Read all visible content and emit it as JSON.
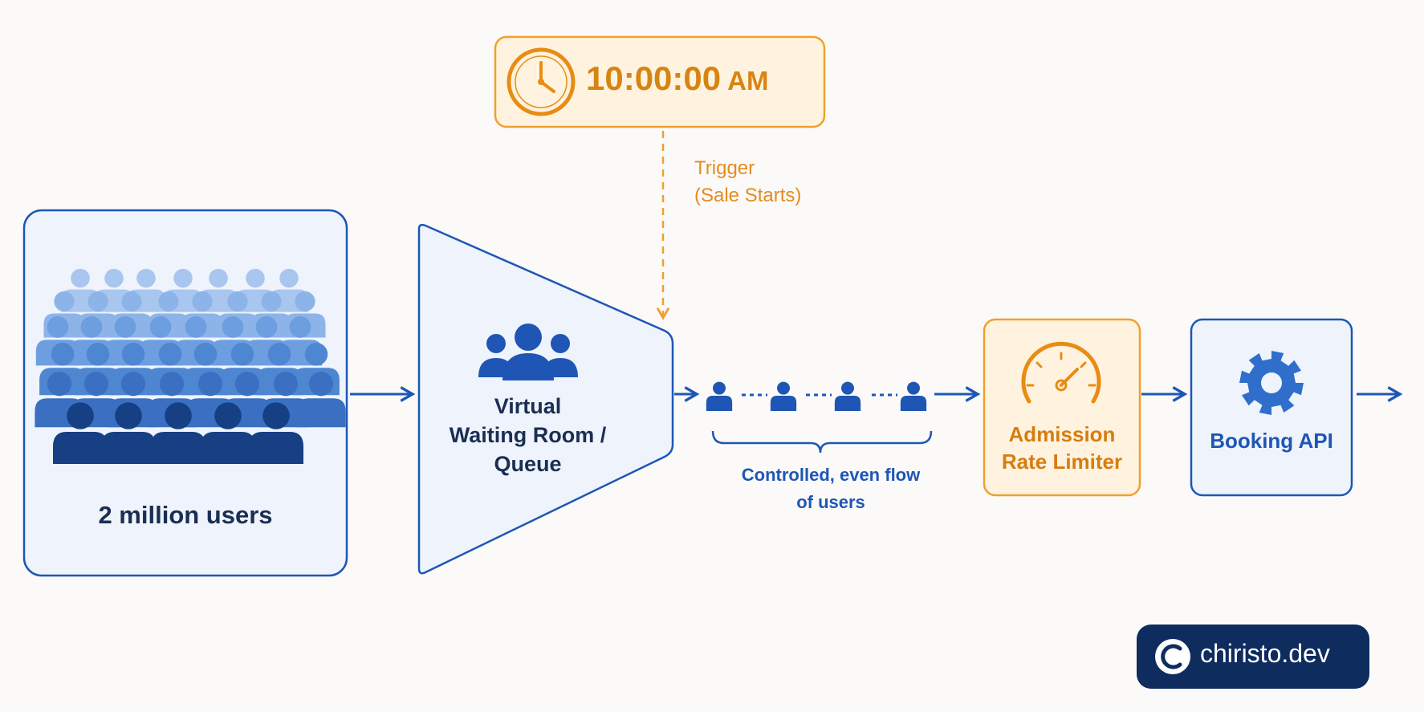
{
  "clock": {
    "time": "10:00:00",
    "ampm": "AM",
    "icon": "clock-icon"
  },
  "trigger": {
    "line1": "Trigger",
    "line2": "(Sale Starts)"
  },
  "users": {
    "label": "2 million users",
    "icon": "crowd-icon"
  },
  "queue": {
    "line1": "Virtual",
    "line2": "Waiting Room /",
    "line3": "Queue",
    "icon": "group-icon"
  },
  "flow": {
    "line1": "Controlled, even flow",
    "line2": "of users",
    "icon": "person-icon"
  },
  "limiter": {
    "line1": "Admission",
    "line2": "Rate Limiter",
    "icon": "speedometer-icon"
  },
  "api": {
    "label": "Booking API",
    "icon": "gear-icon"
  },
  "brand": {
    "label": "chiristo.dev",
    "icon": "copyright-logo-icon"
  },
  "colors": {
    "blue": "#1f56b5",
    "dark_navy": "#123a78",
    "orange": "#f0a02e",
    "orange_text": "#d88412",
    "light_blue_fill": "#eef3fc",
    "light_orange_fill": "#fff3df",
    "badge_bg": "#0f2c5f"
  }
}
